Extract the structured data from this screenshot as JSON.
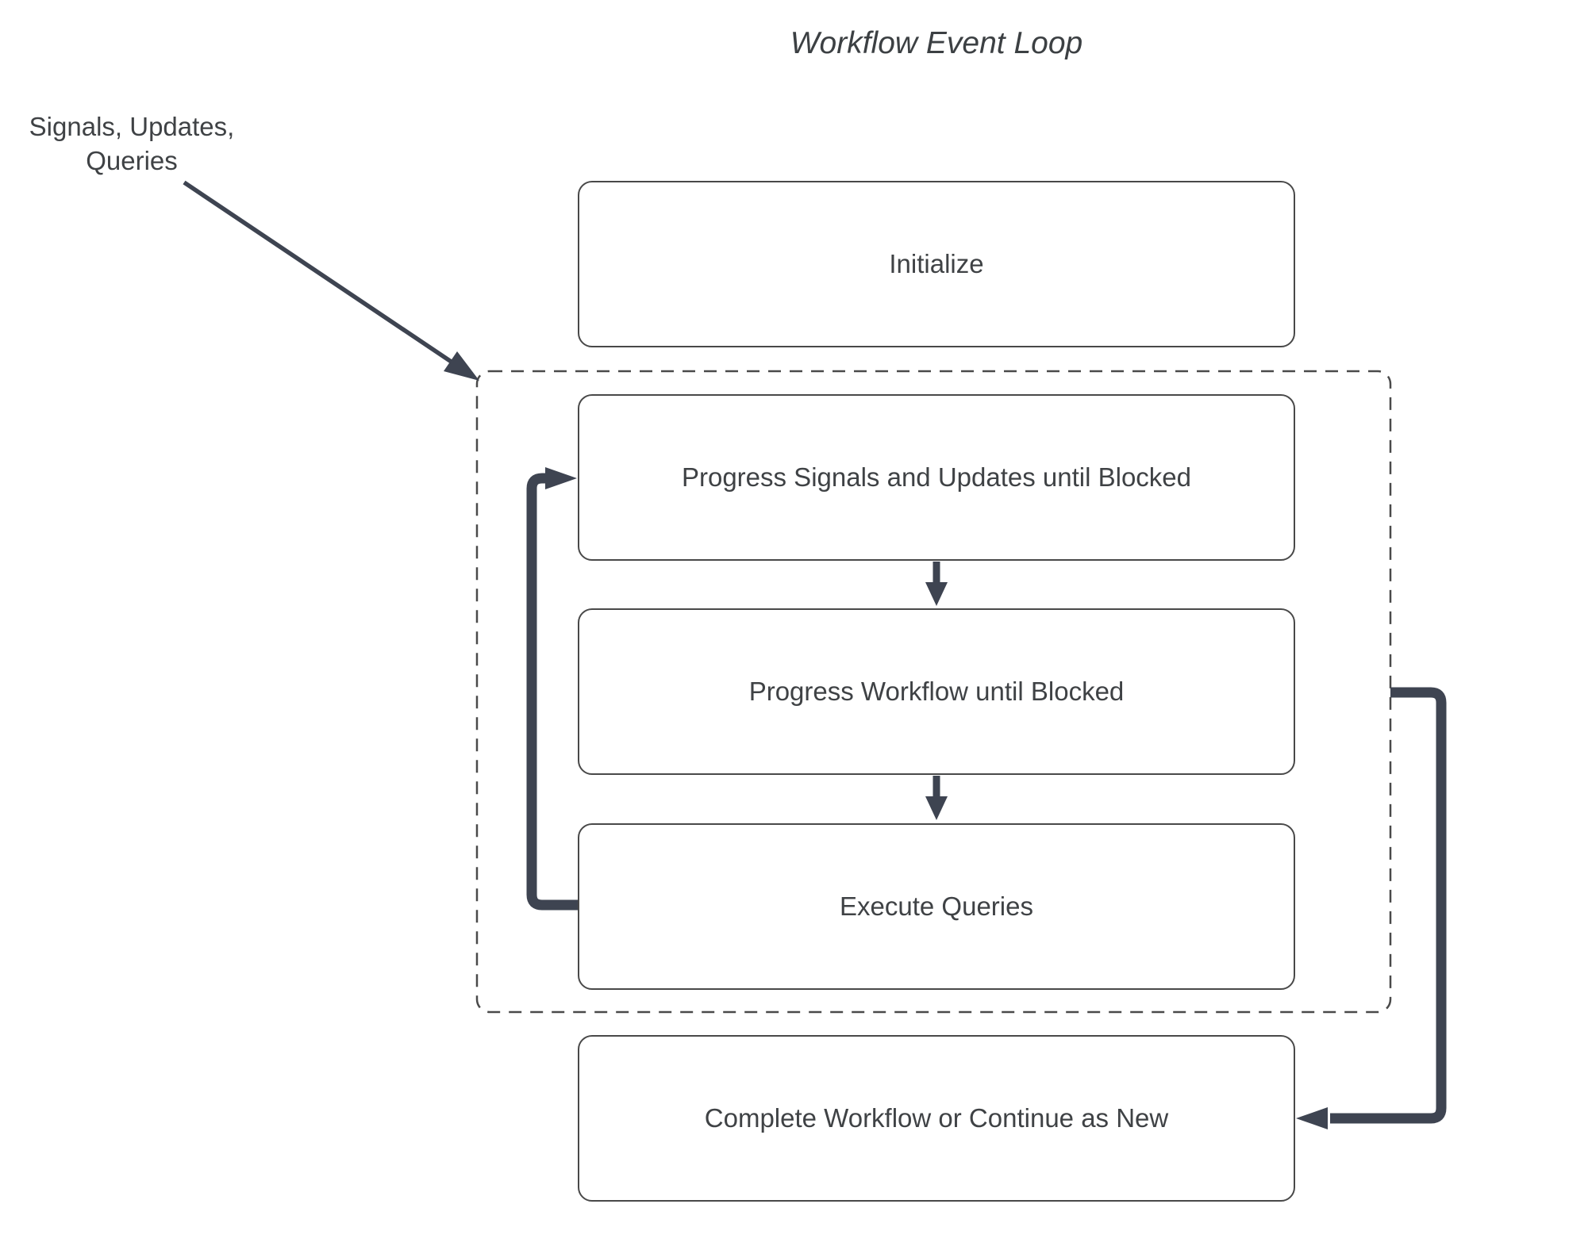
{
  "title": "Workflow Event Loop",
  "annotation": {
    "label": "Signals, Updates,\nQueries"
  },
  "nodes": [
    {
      "id": "initialize",
      "label": "Initialize"
    },
    {
      "id": "progress-signals",
      "label": "Progress Signals and Updates until Blocked"
    },
    {
      "id": "progress-workflow",
      "label": "Progress Workflow until Blocked"
    },
    {
      "id": "execute-queries",
      "label": "Execute Queries"
    },
    {
      "id": "complete-workflow",
      "label": "Complete Workflow or Continue as New"
    }
  ],
  "connectors": [
    {
      "id": "signals-into-loop",
      "from": "external-events-label",
      "to": "event-loop-dashed-container",
      "style": "thin-diagonal-arrow"
    },
    {
      "id": "signals-to-workflow",
      "from": "progress-signals",
      "to": "progress-workflow",
      "style": "down-arrow"
    },
    {
      "id": "workflow-to-queries",
      "from": "progress-workflow",
      "to": "execute-queries",
      "style": "down-arrow"
    },
    {
      "id": "queries-loop-back",
      "from": "execute-queries",
      "to": "progress-signals",
      "style": "thick-left-loop-arrow"
    },
    {
      "id": "loop-to-complete",
      "from": "event-loop-dashed-container",
      "to": "complete-workflow",
      "style": "thick-right-arrow"
    }
  ],
  "colors": {
    "background": "#ffffff",
    "box_fill": "#ffffff",
    "box_border": "#494949",
    "dashed_border": "#4a4a4a",
    "arrow": "#3e4451",
    "text": "#3f4245",
    "title_text": "#3c4043"
  }
}
